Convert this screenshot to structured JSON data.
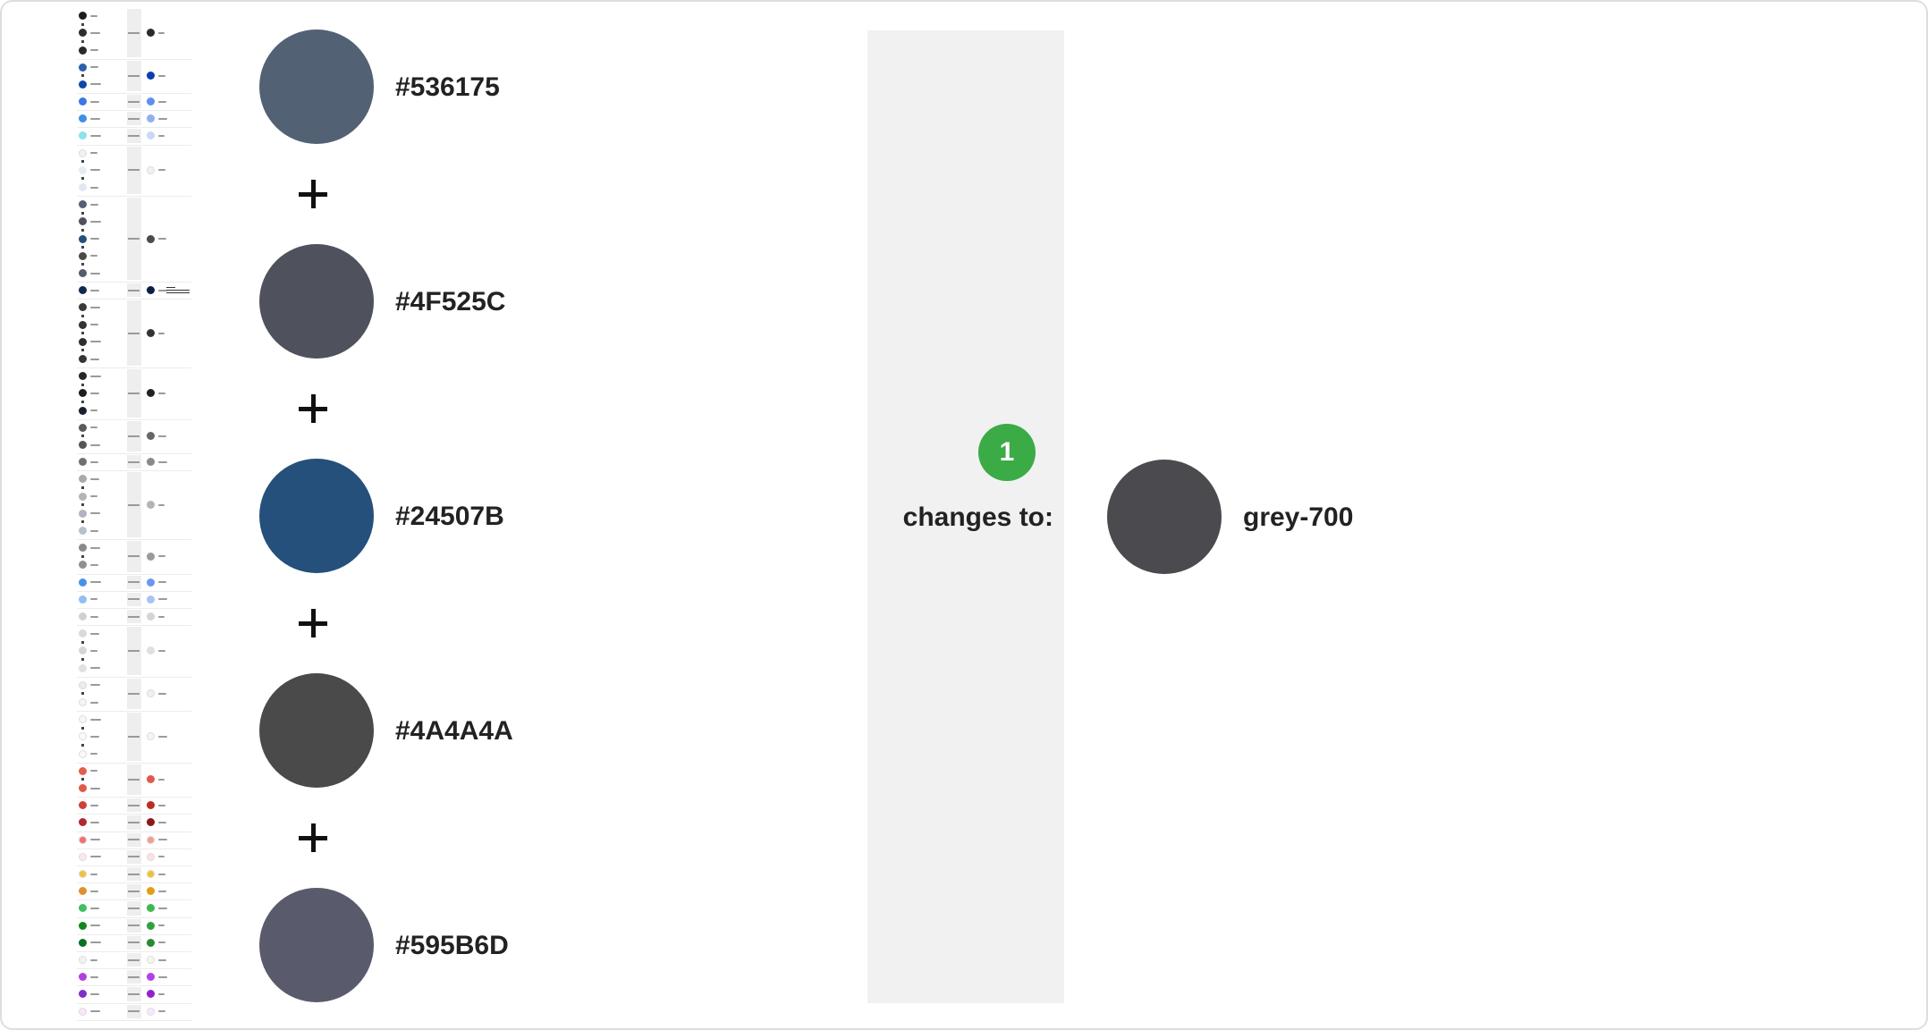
{
  "swatches": [
    {
      "hex": "#536175",
      "color": "#536175"
    },
    {
      "hex": "#4F525C",
      "color": "#4F525C"
    },
    {
      "hex": "#24507B",
      "color": "#24507B"
    },
    {
      "hex": "#4A4A4A",
      "color": "#4A4A4A"
    },
    {
      "hex": "#595B6D",
      "color": "#595B6D"
    }
  ],
  "panel": {
    "badge": "1",
    "badge_color": "#3bab46",
    "changes_label": "changes to:"
  },
  "result": {
    "name": "grey-700",
    "color": "#4A4A4F"
  },
  "minimap": {
    "groups": [
      {
        "source_colors": [
          "#1c1c1c",
          "#2e2e2e",
          "#2a2a2a"
        ],
        "target_color": "#2b2b2b"
      },
      {
        "source_colors": [
          "#2a5fb0",
          "#0f47a8"
        ],
        "target_color": "#0a3fb0"
      },
      {
        "source_colors": [
          "#3b78e0"
        ],
        "target_color": "#5f8ef0"
      },
      {
        "source_colors": [
          "#3e8fe8"
        ],
        "target_color": "#8fb0f0"
      },
      {
        "source_colors": [
          "#8fe0f0"
        ],
        "target_color": "#cbd7f8"
      },
      {
        "source_colors": [
          "#eef2f8",
          "#e6ecf4",
          "#e2e8f0"
        ],
        "target_color": "#f0f0f8"
      },
      {
        "source_colors": [
          "#536175",
          "#4F525C",
          "#24507B",
          "#4A4A4A",
          "#595B6D"
        ],
        "target_color": "#4A4A4F"
      },
      {
        "source_colors": [
          "#0e2a50"
        ],
        "target_color": "#0a1f45"
      },
      {
        "source_colors": [
          "#3a3a3a",
          "#333333",
          "#2e2e2e",
          "#363636"
        ],
        "target_color": "#333333"
      },
      {
        "source_colors": [
          "#262626",
          "#1e1e1e",
          "#1a2030"
        ],
        "target_color": "#222222"
      },
      {
        "source_colors": [
          "#5a5a5a",
          "#555555"
        ],
        "target_color": "#666666"
      },
      {
        "source_colors": [
          "#707070"
        ],
        "target_color": "#8a8a8a"
      },
      {
        "source_colors": [
          "#aaaaaa",
          "#b4b4b4",
          "#b0b4c0",
          "#b8c0d0"
        ],
        "target_color": "#b4b4b4"
      },
      {
        "source_colors": [
          "#8a8a8a",
          "#909090"
        ],
        "target_color": "#9a9a9a"
      },
      {
        "source_colors": [
          "#4a90e8"
        ],
        "target_color": "#6a98f0"
      },
      {
        "source_colors": [
          "#90c0f0"
        ],
        "target_color": "#a8c4f4"
      },
      {
        "source_colors": [
          "#d0d0d0"
        ],
        "target_color": "#d4d4d4"
      },
      {
        "source_colors": [
          "#dadada",
          "#d6d6d6",
          "#e0e0e0"
        ],
        "target_color": "#e0e0e0"
      },
      {
        "source_colors": [
          "#ececec",
          "#f4f4f4"
        ],
        "target_color": "#f0f0f0"
      },
      {
        "source_colors": [
          "#f6f6f6",
          "#fafafa",
          "#f8f8f8"
        ],
        "target_color": "#f4f4f4"
      },
      {
        "source_colors": [
          "#e06050",
          "#e05a4a"
        ],
        "target_color": "#e05a4a"
      },
      {
        "source_colors": [
          "#d04038"
        ],
        "target_color": "#c02a20"
      },
      {
        "source_colors": [
          "#b02a30"
        ],
        "target_color": "#8a1a1a"
      },
      {
        "source_colors": [
          "#f07070"
        ],
        "target_color": "#f0a090"
      },
      {
        "source_colors": [
          "#fde8e8"
        ],
        "target_color": "#fde0e0"
      },
      {
        "source_colors": [
          "#f0c040"
        ],
        "target_color": "#f0c030"
      },
      {
        "source_colors": [
          "#e09030"
        ],
        "target_color": "#e0a010"
      },
      {
        "source_colors": [
          "#40c060"
        ],
        "target_color": "#40b850"
      },
      {
        "source_colors": [
          "#108820"
        ],
        "target_color": "#30a040"
      },
      {
        "source_colors": [
          "#0a7020"
        ],
        "target_color": "#2a8a34"
      },
      {
        "source_colors": [
          "#f0f4f0"
        ],
        "target_color": "#eef8f0"
      },
      {
        "source_colors": [
          "#b040e0"
        ],
        "target_color": "#b040e8"
      },
      {
        "source_colors": [
          "#8030c8"
        ],
        "target_color": "#9020d0"
      },
      {
        "source_colors": [
          "#f8e8f8"
        ],
        "target_color": "#f8e8fc"
      }
    ]
  }
}
